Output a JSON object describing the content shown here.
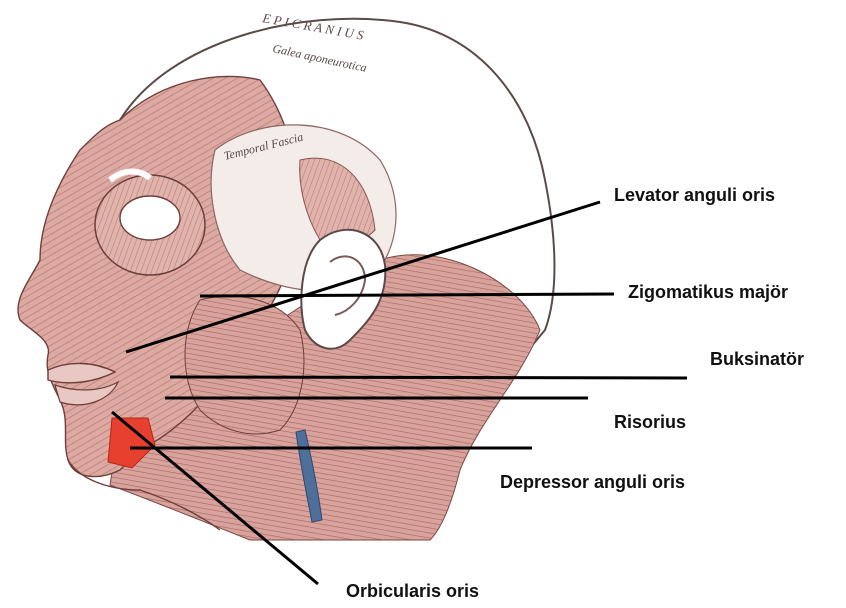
{
  "labels": {
    "levator": "Levator anguli oris",
    "zigomatikus": "Zigomatikus majör",
    "buksinator": "Buksinatör",
    "risorius": "Risorius",
    "depressor": "Depressor anguli oris",
    "orbicularis": "Orbicularis oris"
  },
  "head_text": {
    "epicranius": "E P I C R A N I U S",
    "galea": "Galea aponeurotica",
    "temporal": "Temporal Fascia"
  },
  "colors": {
    "muscle": "#d9a9a2",
    "muscle_dark": "#b5736c",
    "highlight": "#e8402e",
    "vein": "#4f6f9b",
    "skull": "#ffffff",
    "line": "#000000"
  }
}
